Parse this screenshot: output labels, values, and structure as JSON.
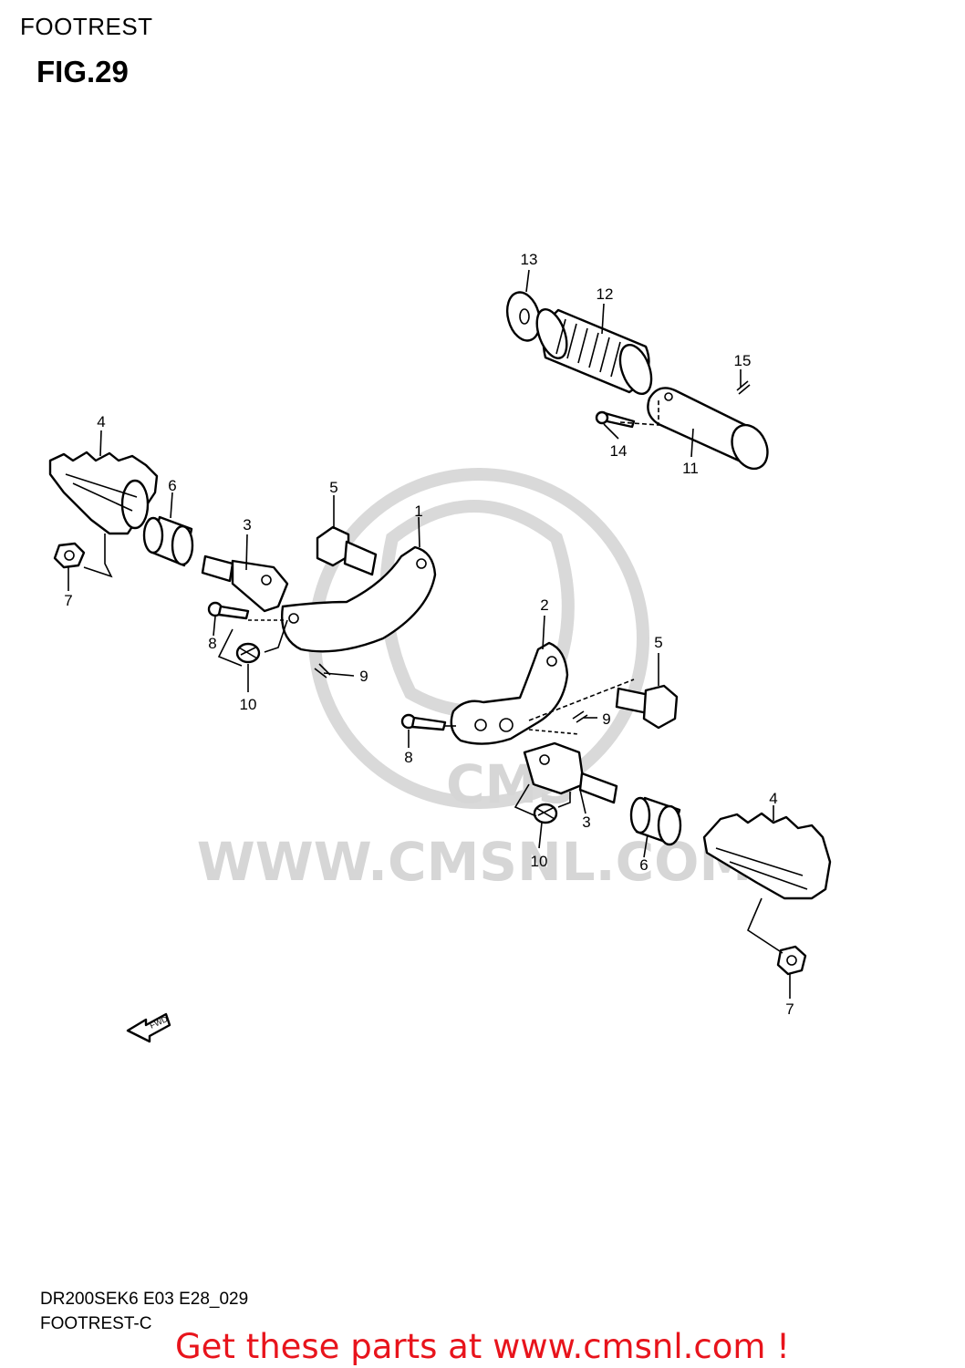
{
  "header": {
    "section_title": "FOOTREST",
    "figure_label": "FIG.29"
  },
  "watermark": {
    "text": "WWW.CMSNL.COM",
    "logo_text": "CMS"
  },
  "callouts": {
    "c1": "1",
    "c2": "2",
    "c3a": "3",
    "c3b": "3",
    "c4a": "4",
    "c4b": "4",
    "c5a": "5",
    "c5b": "5",
    "c6a": "6",
    "c6b": "6",
    "c7a": "7",
    "c7b": "7",
    "c8a": "8",
    "c8b": "8",
    "c9a": "9",
    "c9b": "9",
    "c10a": "10",
    "c10b": "10",
    "c11": "11",
    "c12": "12",
    "c13": "13",
    "c14": "14",
    "c15": "15"
  },
  "fwd_label": "FWD",
  "model_code": "DR200SEK6 E03 E28_029",
  "diagram_name": "FOOTREST-C",
  "footer_link": "Get these parts at www.cmsnl.com !"
}
